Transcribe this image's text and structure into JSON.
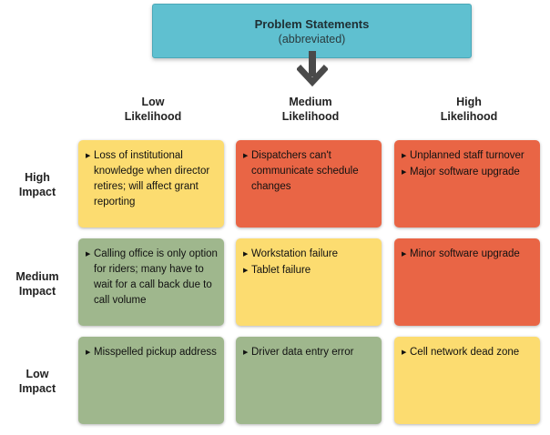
{
  "title": {
    "main": "Problem Statements",
    "sub": "(abbreviated)"
  },
  "colors": {
    "yellow": "#fcdc70",
    "red": "#e96545",
    "green": "#9fb78d",
    "title_box": "#5fc0d0"
  },
  "columns": [
    {
      "line1": "Low",
      "line2": "Likelihood"
    },
    {
      "line1": "Medium",
      "line2": "Likelihood"
    },
    {
      "line1": "High",
      "line2": "Likelihood"
    }
  ],
  "rows": [
    {
      "line1": "High",
      "line2": "Impact"
    },
    {
      "line1": "Medium",
      "line2": "Impact"
    },
    {
      "line1": "Low",
      "line2": "Impact"
    }
  ],
  "cells": [
    [
      {
        "color": "yellow",
        "items": [
          "Loss of institutional knowledge when director retires; will affect grant reporting"
        ]
      },
      {
        "color": "red",
        "items": [
          "Dispatchers can't communicate schedule changes"
        ]
      },
      {
        "color": "red",
        "items": [
          "Unplanned staff turnover",
          "Major software upgrade"
        ]
      }
    ],
    [
      {
        "color": "green",
        "items": [
          "Calling office is only option for riders; many have to wait for a call back due to call volume"
        ]
      },
      {
        "color": "yellow",
        "items": [
          "Workstation failure",
          "Tablet failure"
        ]
      },
      {
        "color": "red",
        "items": [
          "Minor software upgrade"
        ]
      }
    ],
    [
      {
        "color": "green",
        "items": [
          "Misspelled pickup address"
        ]
      },
      {
        "color": "green",
        "items": [
          "Driver data entry error"
        ]
      },
      {
        "color": "yellow",
        "items": [
          "Cell network dead zone"
        ]
      }
    ]
  ]
}
